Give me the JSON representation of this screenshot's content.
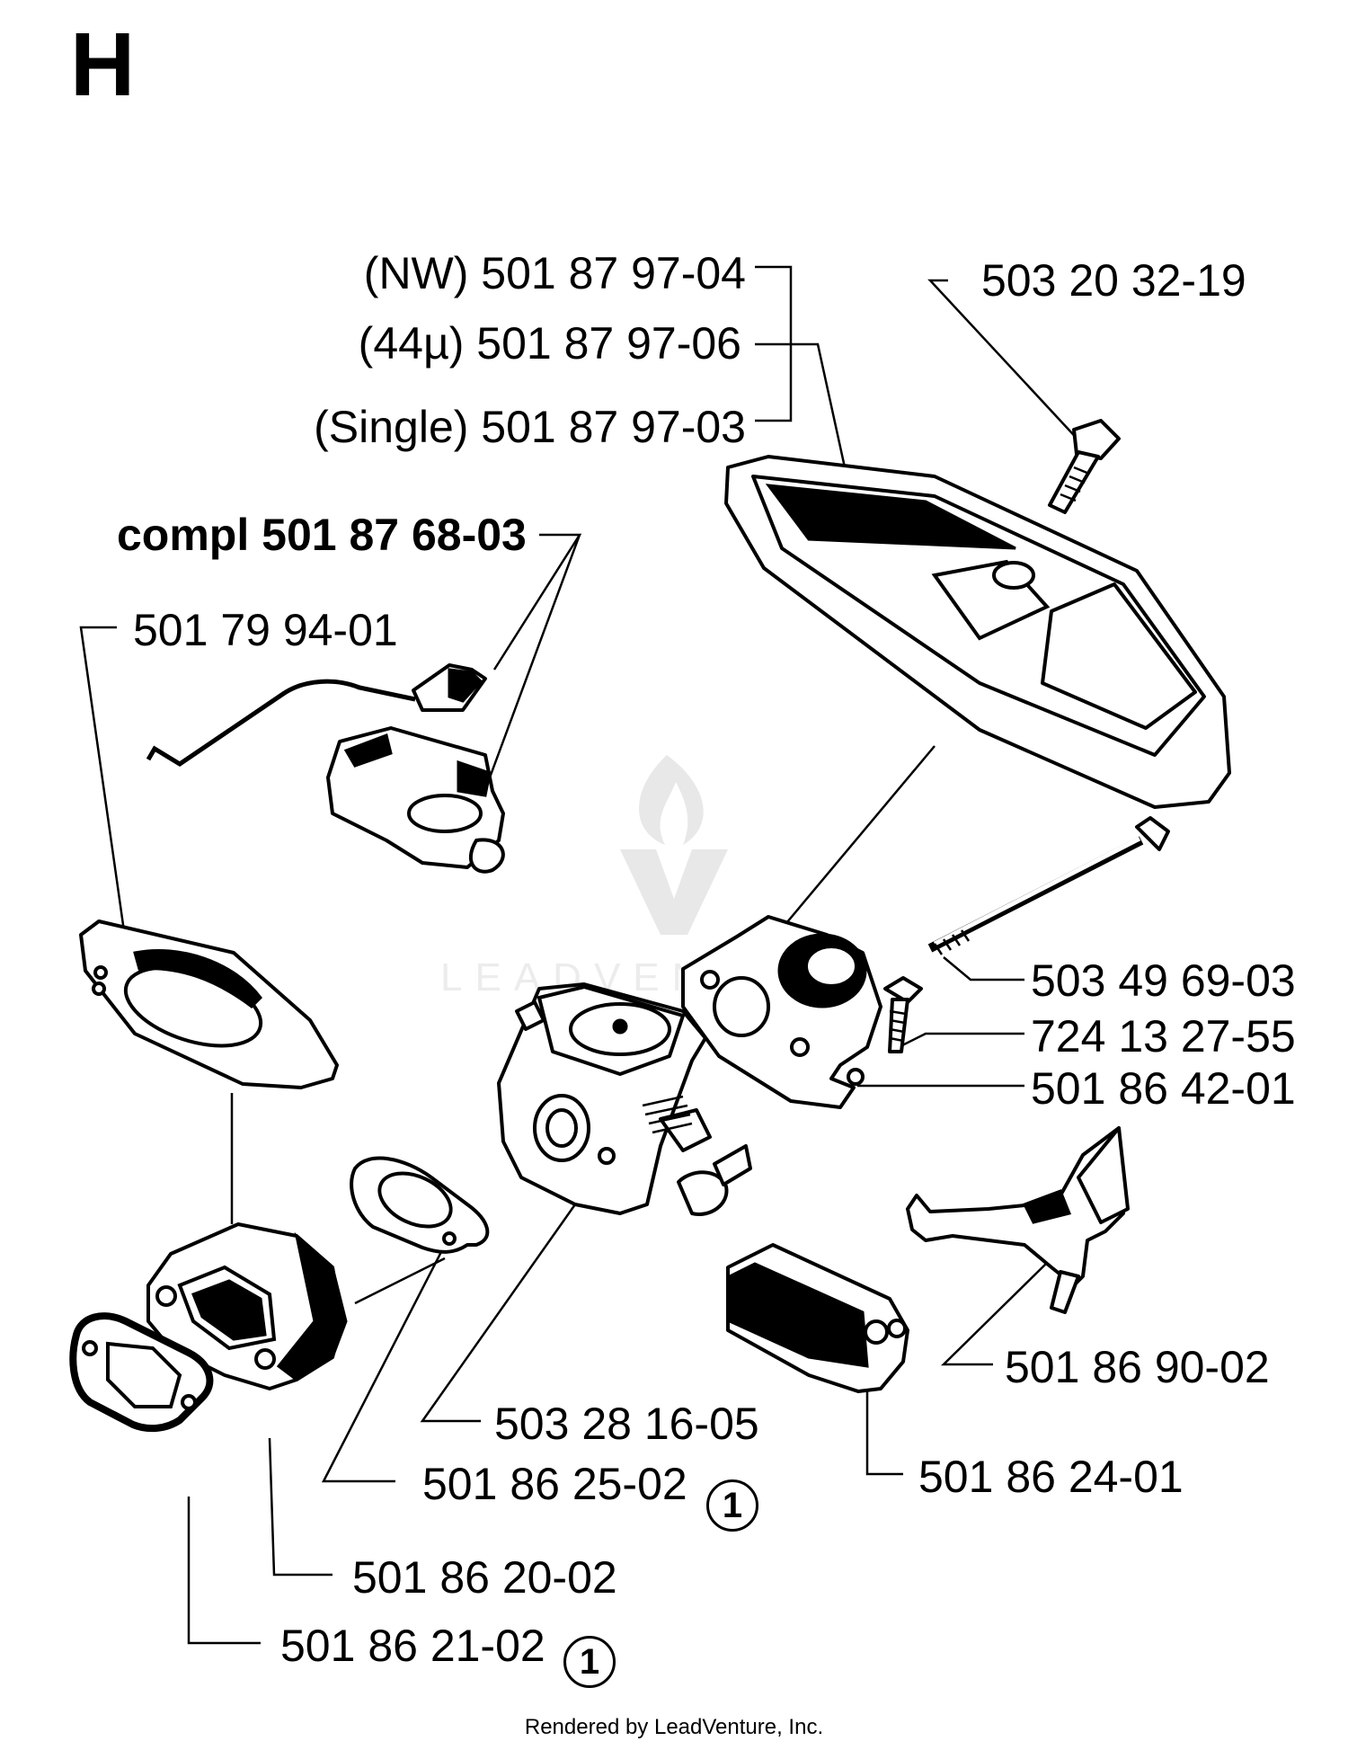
{
  "section_letter": "H",
  "watermark": "LEADVENTURE",
  "footer": "Rendered by LeadVenture, Inc.",
  "badge_number": "1",
  "labels": {
    "air_filter_nw": "(NW) 501 87 97-04",
    "air_filter_44": "(44µ) 501 87 97-06",
    "air_filter_single": "(Single) 501 87 97-03",
    "cover_screw": "503 20 32-19",
    "compl": "compl 501 87 68-03",
    "throttle_rod": "501 79 94-01",
    "long_bolt": "503 49 69-03",
    "screw": "724 13 27-55",
    "intake_adapter": "501 86 42-01",
    "choke_lever": "501 86 90-02",
    "carburetor": "503 28 16-05",
    "gasket_carb": "501 86 25-02",
    "filter_block": "501 86 24-01",
    "intake_elbow": "501 86 20-02",
    "gasket_intake": "501 86 21-02"
  }
}
